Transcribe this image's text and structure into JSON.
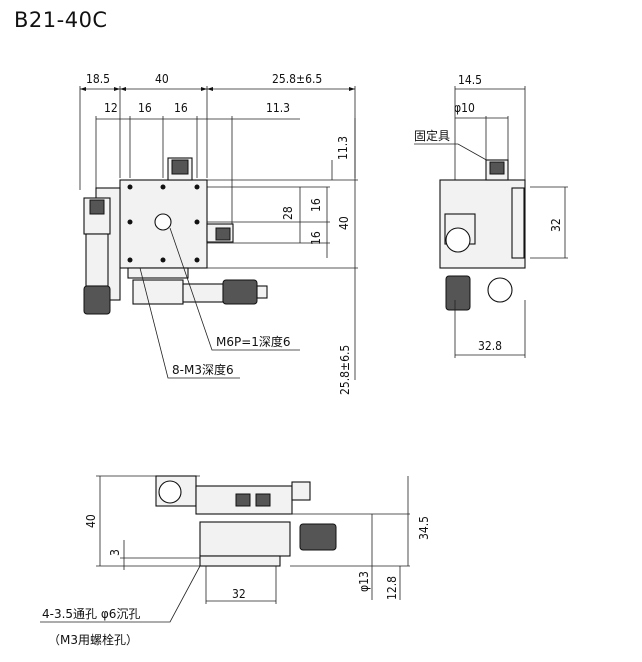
{
  "title": "B21-40C",
  "top_view": {
    "dims": {
      "d18_5": "18.5",
      "d40_top": "40",
      "d25_8_pm": "25.8±6.5",
      "d12": "12",
      "d16a": "16",
      "d16b": "16",
      "d11_3_h": "11.3",
      "d11_3_v": "11.3",
      "d28": "28",
      "d16_v1": "16",
      "d16_v2": "16",
      "d40_right": "40",
      "d25_8_pm_v": "25.8±6.5"
    },
    "notes": {
      "m6": "M6P=1深度6",
      "m3": "8-M3深度6"
    }
  },
  "side_view": {
    "dims": {
      "d14_5": "14.5",
      "phi10": "φ10",
      "d32": "32",
      "d32_8": "32.8"
    },
    "notes": {
      "fixture": "固定具"
    }
  },
  "front_view": {
    "dims": {
      "d40": "40",
      "d3": "3",
      "d34_5": "34.5",
      "phi13": "φ13",
      "d12_8": "12.8",
      "d32": "32"
    },
    "notes": {
      "holes": "4-3.5通孔 φ6沉孔",
      "holes_sub": "（M3用螺栓孔）"
    }
  }
}
